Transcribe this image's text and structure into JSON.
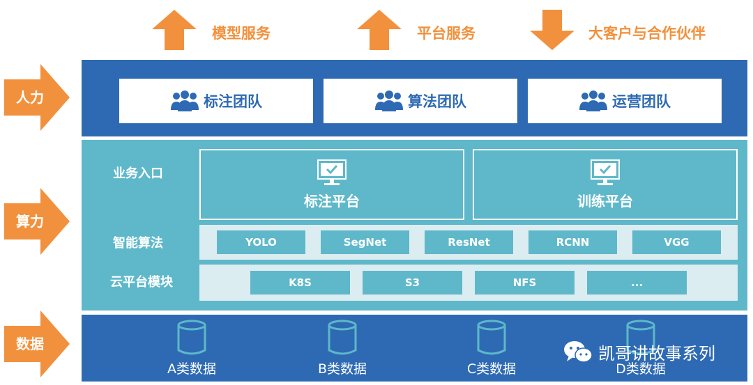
{
  "top": {
    "items": [
      {
        "label": "模型服务",
        "direction": "up"
      },
      {
        "label": "平台服务",
        "direction": "up"
      },
      {
        "label": "大客户与合作伙伴",
        "direction": "down"
      }
    ]
  },
  "sides": {
    "labels": [
      "人力",
      "算力",
      "数据"
    ]
  },
  "manpower": {
    "teams": [
      "标注团队",
      "算法团队",
      "运营团队"
    ]
  },
  "compute": {
    "entry_label": "业务入口",
    "entries": [
      "标注平台",
      "训练平台"
    ],
    "algo_label": "智能算法",
    "algos": [
      "YOLO",
      "SegNet",
      "ResNet",
      "RCNN",
      "VGG"
    ],
    "cloud_label": "云平台模块",
    "cloud": [
      "K8S",
      "S3",
      "NFS",
      "..."
    ]
  },
  "data": {
    "stores": [
      "A类数据",
      "B类数据",
      "C类数据",
      "D类数据"
    ]
  },
  "watermark": {
    "text": "凯哥讲故事系列"
  },
  "colors": {
    "accent_orange": "#f2913d",
    "band_blue": "#2e6ab3",
    "band_teal": "#5eb8c9",
    "row_pale": "#dcedf2"
  }
}
